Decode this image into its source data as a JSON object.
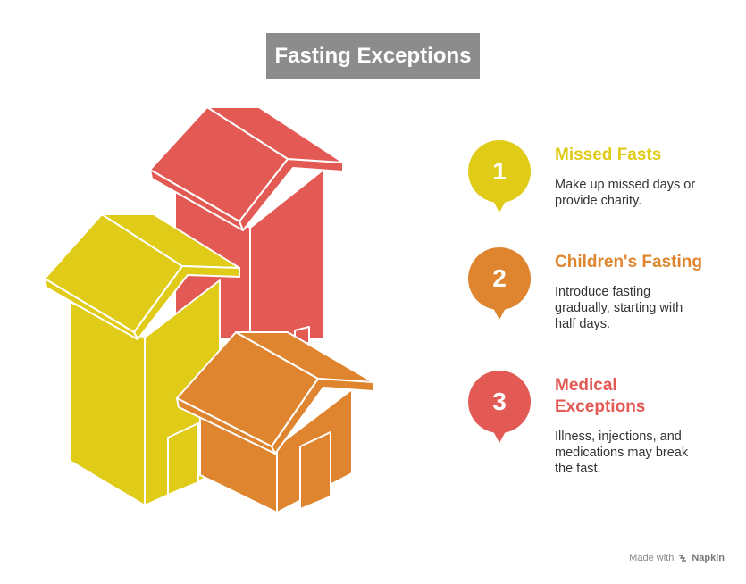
{
  "title": "Fasting Exceptions",
  "items": [
    {
      "number": "1",
      "title": "Missed Fasts",
      "description": "Make up missed days or provide charity.",
      "color": "#dfcb18"
    },
    {
      "number": "2",
      "title": "Children's Fasting",
      "description": "Introduce fasting gradually, starting with half days.",
      "color": "#e0852f"
    },
    {
      "number": "3",
      "title": "Medical Exceptions",
      "description": "Illness, injections, and medications may break the fast.",
      "color": "#e35a55"
    }
  ],
  "footer": {
    "made_with": "Made with",
    "brand": "Napkin"
  },
  "colors": {
    "yellow": "#dfcb18",
    "orange": "#e0852f",
    "red": "#e35a55",
    "title_bg": "#8c8c8c"
  }
}
